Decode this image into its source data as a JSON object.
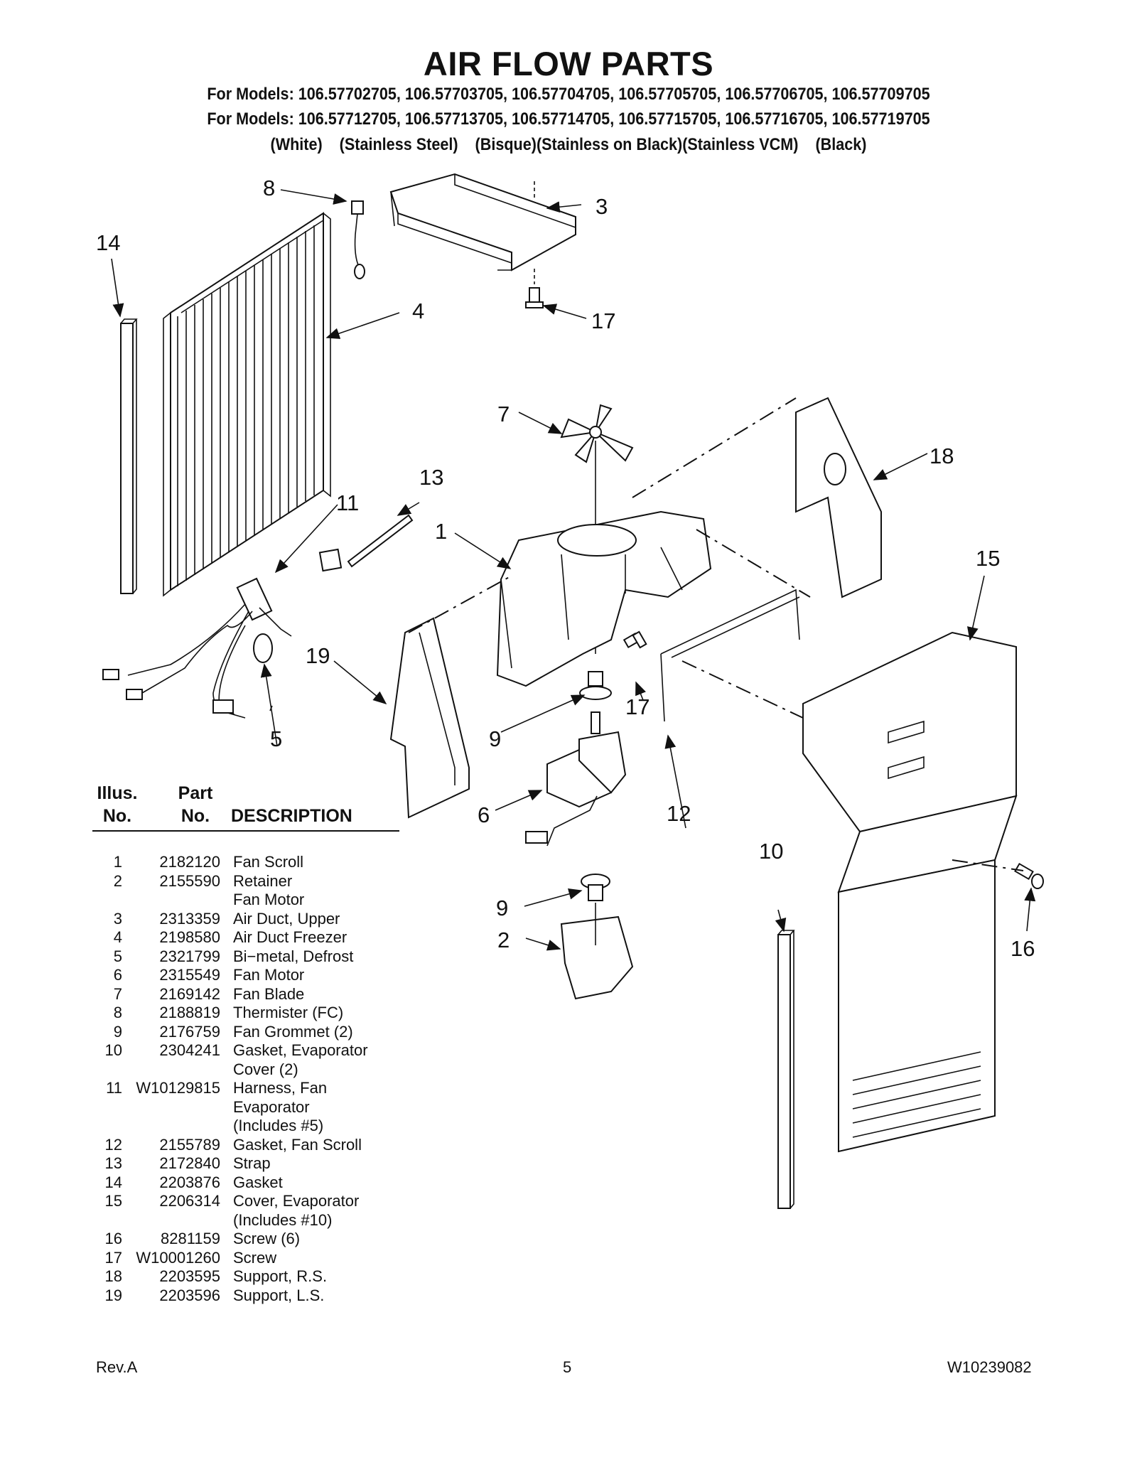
{
  "header": {
    "title": "AIR FLOW PARTS",
    "models_line_1": "For Models: 106.57702705, 106.57703705, 106.57704705, 106.57705705, 106.57706705, 106.57709705",
    "models_line_2": "For Models: 106.57712705, 106.57713705, 106.57714705, 106.57715705, 106.57716705, 106.57719705",
    "colors_line": "(White)    (Stainless Steel)    (Bisque)(Stainless on Black)(Stainless VCM)    (Black)"
  },
  "callouts": {
    "c1": "1",
    "c2": "2",
    "c3": "3",
    "c4": "4",
    "c5": "5",
    "c6": "6",
    "c7": "7",
    "c8": "8",
    "c9a": "9",
    "c9b": "9",
    "c10": "10",
    "c11": "11",
    "c12": "12",
    "c13": "13",
    "c14": "14",
    "c15": "15",
    "c16": "16",
    "c17a": "17",
    "c17b": "17",
    "c18": "18",
    "c19": "19"
  },
  "parts_table": {
    "header_illus": "Illus.\nNo.",
    "header_illus_1": "Illus.",
    "header_illus_2": "No.",
    "header_part_1": "Part",
    "header_part_2": "No.",
    "header_desc": "DESCRIPTION",
    "rows": [
      {
        "no": "1",
        "part": "2182120",
        "desc": "Fan Scroll"
      },
      {
        "no": "2",
        "part": "2155590",
        "desc": "Retainer"
      },
      {
        "no": "",
        "part": "",
        "desc": "Fan Motor"
      },
      {
        "no": "3",
        "part": "2313359",
        "desc": "Air Duct, Upper"
      },
      {
        "no": "4",
        "part": "2198580",
        "desc": "Air Duct Freezer"
      },
      {
        "no": "5",
        "part": "2321799",
        "desc": "Bi−metal, Defrost"
      },
      {
        "no": "6",
        "part": "2315549",
        "desc": "Fan Motor"
      },
      {
        "no": "7",
        "part": "2169142",
        "desc": "Fan Blade"
      },
      {
        "no": "8",
        "part": "2188819",
        "desc": "Thermister (FC)"
      },
      {
        "no": "9",
        "part": "2176759",
        "desc": "Fan Grommet (2)"
      },
      {
        "no": "10",
        "part": "2304241",
        "desc": "Gasket, Evaporator"
      },
      {
        "no": "",
        "part": "",
        "desc": "Cover (2)"
      },
      {
        "no": "11",
        "part": "W10129815",
        "desc": "Harness, Fan"
      },
      {
        "no": "",
        "part": "",
        "desc": "Evaporator"
      },
      {
        "no": "",
        "part": "",
        "desc": "(Includes #5)"
      },
      {
        "no": "12",
        "part": "2155789",
        "desc": "Gasket, Fan Scroll"
      },
      {
        "no": "13",
        "part": "2172840",
        "desc": "Strap"
      },
      {
        "no": "14",
        "part": "2203876",
        "desc": "Gasket"
      },
      {
        "no": "15",
        "part": "2206314",
        "desc": "Cover, Evaporator"
      },
      {
        "no": "",
        "part": "",
        "desc": "(Includes #10)"
      },
      {
        "no": "16",
        "part": "8281159",
        "desc": "Screw (6)"
      },
      {
        "no": "17",
        "part": "W10001260",
        "desc": "Screw"
      },
      {
        "no": "18",
        "part": "2203595",
        "desc": "Support, R.S."
      },
      {
        "no": "19",
        "part": "2203596",
        "desc": "Support, L.S."
      }
    ]
  },
  "footer": {
    "revision": "Rev.A",
    "page": "5",
    "doc_number": "W10239082"
  }
}
